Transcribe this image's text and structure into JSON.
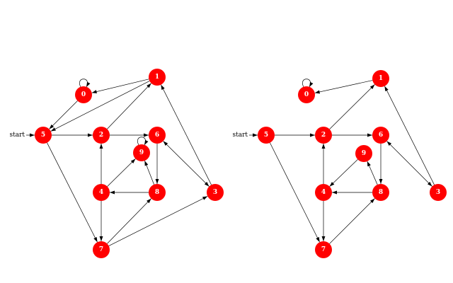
{
  "start_label": "start",
  "colors": {
    "node": "#ff0000",
    "node_text": "#ffffff",
    "edge": "#000000"
  },
  "graphs": [
    {
      "name": "left-graph",
      "start_node": "5",
      "nodes": [
        "0",
        "1",
        "2",
        "3",
        "4",
        "5",
        "6",
        "7",
        "8",
        "9"
      ],
      "edges": [
        [
          "0",
          "0"
        ],
        [
          "0",
          "5"
        ],
        [
          "1",
          "0"
        ],
        [
          "1",
          "5"
        ],
        [
          "2",
          "1"
        ],
        [
          "2",
          "6"
        ],
        [
          "3",
          "1"
        ],
        [
          "3",
          "6"
        ],
        [
          "6",
          "3"
        ],
        [
          "4",
          "7"
        ],
        [
          "4",
          "2"
        ],
        [
          "4",
          "9"
        ],
        [
          "5",
          "2"
        ],
        [
          "5",
          "7"
        ],
        [
          "6",
          "8"
        ],
        [
          "7",
          "8"
        ],
        [
          "7",
          "3"
        ],
        [
          "8",
          "4"
        ],
        [
          "8",
          "9"
        ],
        [
          "9",
          "9"
        ]
      ]
    },
    {
      "name": "right-graph",
      "start_node": "5",
      "nodes": [
        "0",
        "1",
        "2",
        "3",
        "4",
        "5",
        "6",
        "7",
        "8",
        "9"
      ],
      "edges": [
        [
          "0",
          "0"
        ],
        [
          "1",
          "0"
        ],
        [
          "2",
          "1"
        ],
        [
          "2",
          "6"
        ],
        [
          "3",
          "1"
        ],
        [
          "3",
          "6"
        ],
        [
          "6",
          "3"
        ],
        [
          "4",
          "7"
        ],
        [
          "4",
          "2"
        ],
        [
          "9",
          "4"
        ],
        [
          "5",
          "2"
        ],
        [
          "5",
          "7"
        ],
        [
          "6",
          "8"
        ],
        [
          "7",
          "8"
        ],
        [
          "8",
          "4"
        ],
        [
          "8",
          "9"
        ]
      ]
    }
  ]
}
